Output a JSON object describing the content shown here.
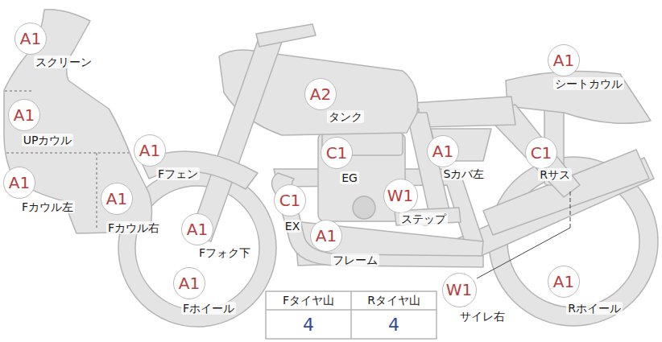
{
  "diagram": {
    "nodes": [
      {
        "text": [
          "A1",
          "スクリーン"
        ]
      },
      {
        "text": [
          "A1",
          "UPカウル"
        ]
      },
      {
        "text": [
          "A1",
          "Fカウル左"
        ]
      },
      {
        "text": [
          "A1",
          "Fカウル右"
        ]
      },
      {
        "text": [
          "A1",
          "Fフェン"
        ]
      },
      {
        "text": [
          "A1",
          "Fフォク下"
        ]
      },
      {
        "text": [
          "A1",
          "Fホイール"
        ]
      },
      {
        "text": [
          "A2",
          "タンク"
        ]
      },
      {
        "text": [
          "C1",
          "EG"
        ]
      },
      {
        "text": [
          "C1",
          "EX"
        ]
      },
      {
        "text": [
          "W1",
          "ステップ"
        ]
      },
      {
        "text": [
          "A1",
          "フレーム"
        ]
      },
      {
        "text": [
          "A1",
          "Sカバ左"
        ]
      },
      {
        "text": [
          "C1",
          "Rサス"
        ]
      },
      {
        "text": [
          "A1",
          "シートカウル"
        ]
      },
      {
        "text": [
          "W1",
          "サイレ右"
        ]
      },
      {
        "text": [
          "A1",
          "Rホイール"
        ]
      }
    ],
    "labels": [
      "Fタイヤ山",
      "Rタイヤ山",
      "4",
      "4"
    ]
  }
}
